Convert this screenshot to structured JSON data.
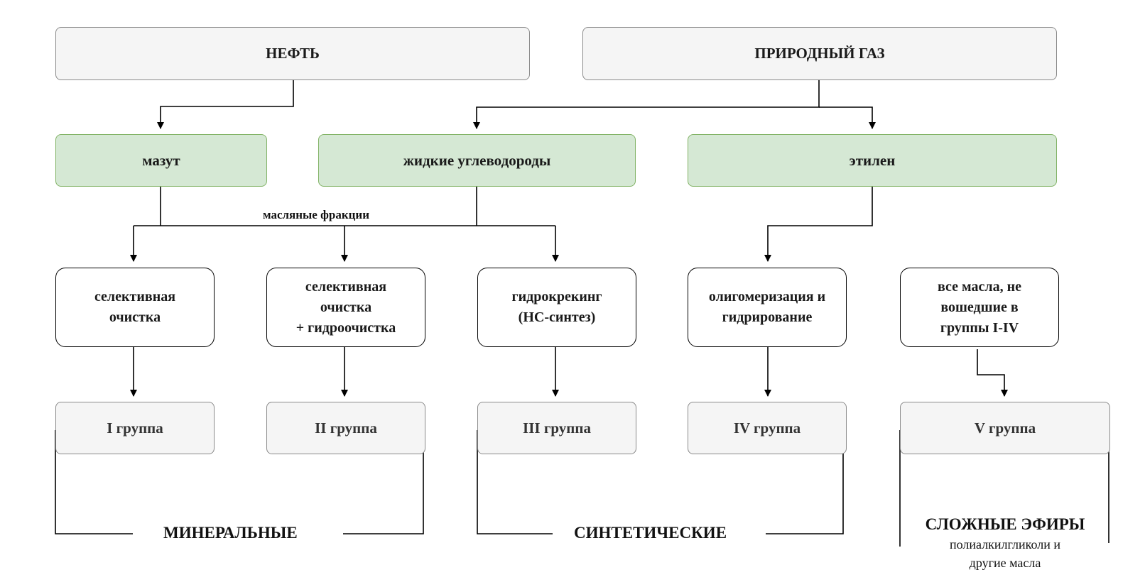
{
  "colors": {
    "source_fill": "#f5f5f5",
    "intermediate_fill": "#d5e8d4",
    "intermediate_border": "#82b366",
    "line": "#000000"
  },
  "sources": {
    "oil": "НЕФТЬ",
    "gas": "ПРИРОДНЫЙ ГАЗ"
  },
  "intermediates": {
    "fuel_oil": "мазут",
    "liquid_hc": "жидкие углеводороды",
    "ethylene": "этилен"
  },
  "oil_fractions_label": "масляные фракции",
  "processes": {
    "p1": [
      "селективная",
      "очистка"
    ],
    "p2": [
      "селективная",
      "очистка",
      "+ гидроочистка"
    ],
    "p3": [
      "гидрокрекинг",
      "(HC-синтез)"
    ],
    "p4": [
      "олигомеризация и",
      "гидрирование"
    ],
    "p5": [
      "все масла, не",
      "вошедшие в",
      "группы I-IV"
    ]
  },
  "groups": {
    "g1": "I группа",
    "g2": "II группа",
    "g3": "III группа",
    "g4": "IV группа",
    "g5": "V группа"
  },
  "categories": {
    "mineral": "МИНЕРАЛЬНЫЕ",
    "synthetic": "СИНТЕТИЧЕСКИЕ",
    "esters_title": "СЛОЖНЫЕ ЭФИРЫ",
    "esters_sub_1": "полиалкилгликоли и",
    "esters_sub_2": "другие масла"
  }
}
